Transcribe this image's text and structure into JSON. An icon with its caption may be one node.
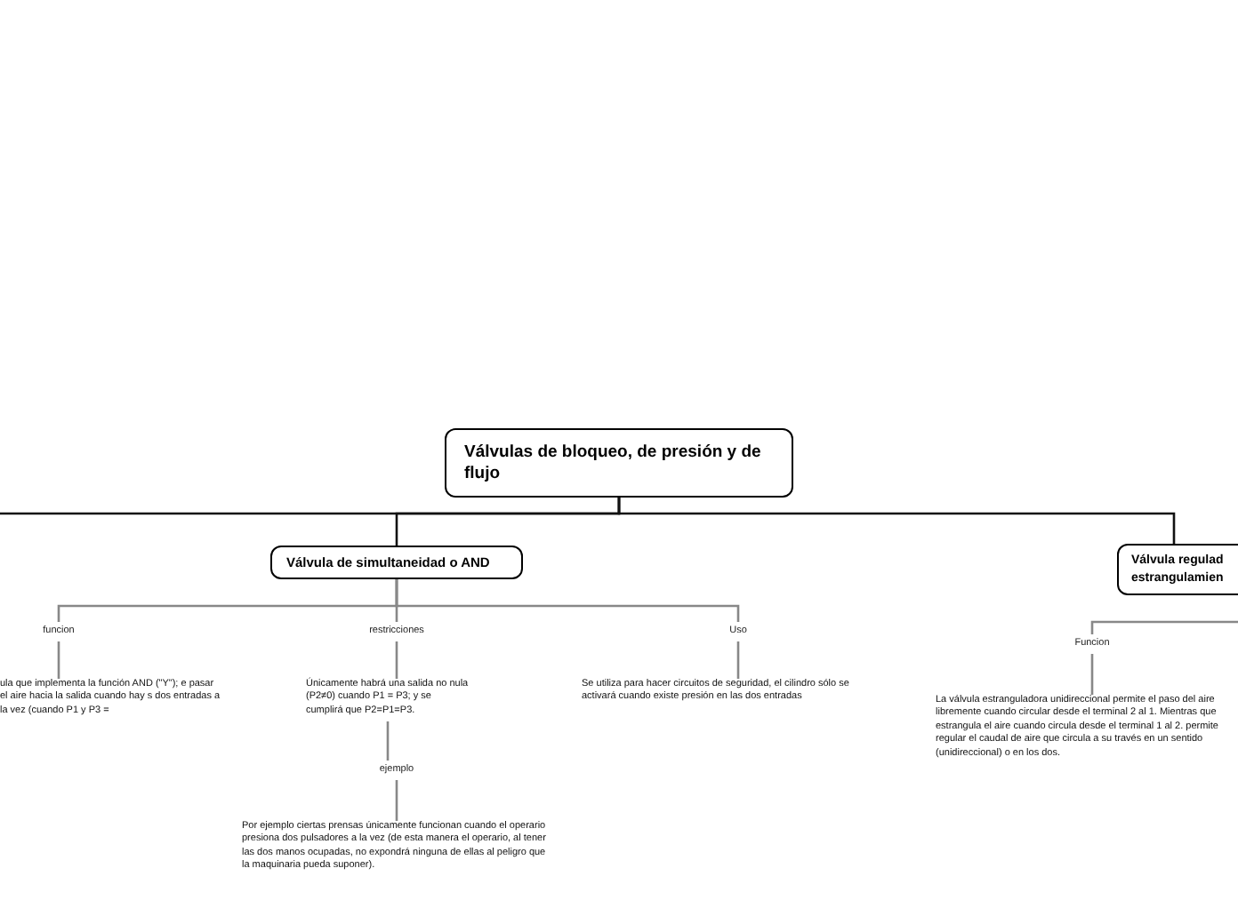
{
  "diagram": {
    "nodes": [
      {
        "text": [
          "Válvulas de bloqueo, de presión y de flujo"
        ]
      },
      {
        "text": [
          "Válvula de simultaneidad o AND"
        ]
      },
      {
        "text": [
          "funcion"
        ]
      },
      {
        "text": [
          "ula que implementa la función AND (\"Y\"); e pasar el aire hacia la salida cuando hay s dos entradas a la vez (cuando P1 y P3 ="
        ]
      },
      {
        "text": [
          "restricciones"
        ]
      },
      {
        "text": [
          "Únicamente habrá una salida no nula (P2≠0) cuando P1 = P3; y se cumplirá que P2=P1=P3."
        ]
      },
      {
        "text": [
          "ejemplo"
        ]
      },
      {
        "text": [
          "Por ejemplo ciertas prensas únicamente funcionan cuando el operario presiona dos pulsadores a la vez (de esta manera el operario, al tener las dos manos ocupadas, no expondrá ninguna de ellas al peligro que la maquinaria pueda suponer)."
        ]
      },
      {
        "text": [
          "Uso"
        ]
      },
      {
        "text": [
          "Se utiliza para hacer circuitos de seguridad, el cilindro sólo se activará cuando existe presión en las dos entradas"
        ]
      },
      {
        "text": [
          "Válvula regulad estrangulamien"
        ]
      },
      {
        "text": [
          "Funcion"
        ]
      },
      {
        "text": [
          "La válvula estranguladora unidireccional permite el paso del aire libremente cuando circular desde el terminal 2 al 1. Mientras que estrangula el aire cuando circula desde el terminal 1 al 2. permite regular el caudal de aire que circula a su través en un sentido (unidireccional) o en los dos."
        ]
      }
    ],
    "edges": [
      {
        "from": 0,
        "to": 1,
        "arrow": "none",
        "color": "#111111"
      },
      {
        "from": 0,
        "to": 10,
        "arrow": "none",
        "color": "#111111"
      },
      {
        "from": 0,
        "to": null,
        "arrow": "none",
        "color": "#111111"
      },
      {
        "from": 1,
        "to": 2,
        "arrow": "none"
      },
      {
        "from": 1,
        "to": 4,
        "arrow": "none"
      },
      {
        "from": 1,
        "to": 8,
        "arrow": "none"
      },
      {
        "from": 2,
        "to": 3,
        "arrow": "none"
      },
      {
        "from": 4,
        "to": 5,
        "arrow": "none"
      },
      {
        "from": 8,
        "to": 9,
        "arrow": "none"
      },
      {
        "from": 5,
        "to": 6,
        "arrow": "none"
      },
      {
        "from": 6,
        "to": 7,
        "arrow": "none"
      },
      {
        "from": 10,
        "to": 11,
        "arrow": "none"
      },
      {
        "from": 11,
        "to": 12,
        "arrow": "none"
      }
    ]
  }
}
